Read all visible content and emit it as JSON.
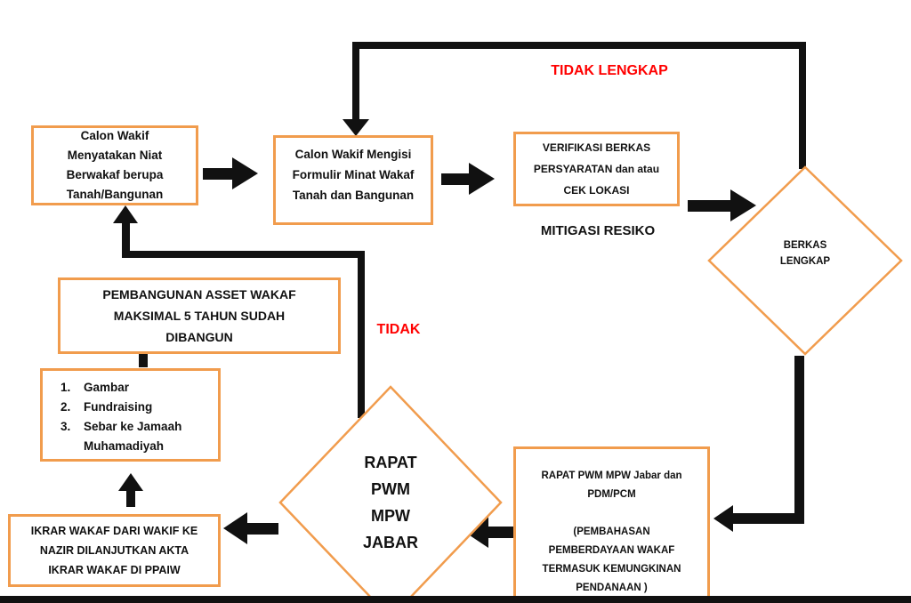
{
  "colors": {
    "accent_orange": "#F19C4D",
    "label_red": "#FF0000",
    "line_black": "#111111"
  },
  "labels": {
    "tidak_lengkap": "TIDAK LENGKAP",
    "mitigasi_resiko": "MITIGASI RESIKO",
    "tidak": "TIDAK"
  },
  "nodes": {
    "calon_wakif_niat": "Calon Wakif\nMenyatakan Niat\nBerwakaf berupa\nTanah/Bangunan",
    "formulir": "Calon Wakif Mengisi\nFormulir Minat Wakaf\nTanah dan Bangunan",
    "verifikasi": "VERIFIKASI BERKAS\nPERSYARATAN dan atau\nCEK LOKASI",
    "berkas_lengkap": "BERKAS\nLENGKAP",
    "pembangunan": "PEMBANGUNAN ASSET WAKAF\nMAKSIMAL 5 TAHUN SUDAH\nDIBANGUN",
    "persiapan_list": {
      "items": [
        {
          "num": "1.",
          "text": "Gambar"
        },
        {
          "num": "2.",
          "text": "Fundraising"
        },
        {
          "num": "3.",
          "text": "Sebar ke Jamaah\nMuhamadiyah"
        }
      ]
    },
    "ikrar": "IKRAR WAKAF DARI WAKIF KE\nNAZIR DILANJUTKAN AKTA\nIKRAR WAKAF DI PPAIW",
    "rapat_diamond": "RAPAT\nPWM\nMPW\nJABAR",
    "rapat_pdm": "RAPAT PWM MPW Jabar dan\nPDM/PCM\n\n(PEMBAHASAN\nPEMBERDAYAAN WAKAF\nTERMASUK KEMUNGKINAN\nPENDANAAN )"
  }
}
